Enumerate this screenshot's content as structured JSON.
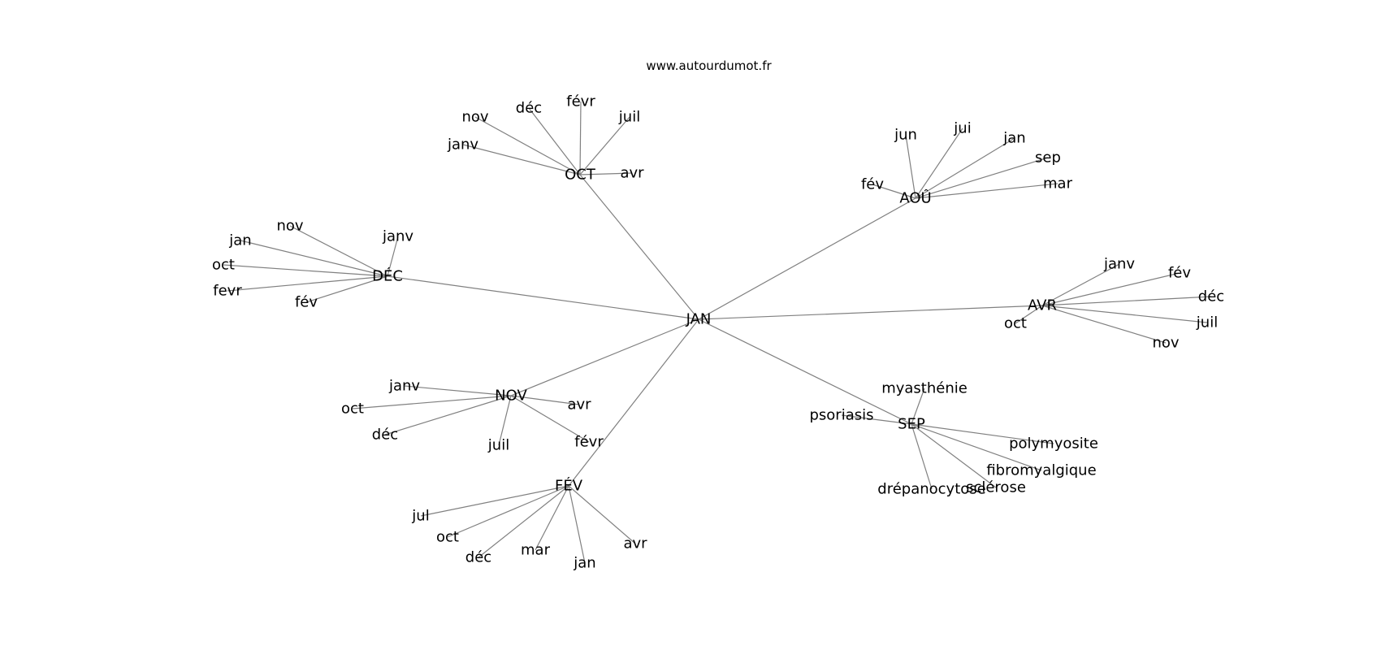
{
  "source": "www.autourdumot.fr",
  "graph": {
    "root": "JAN",
    "clusters": [
      {
        "id": "oct",
        "label": "OCT",
        "words": [
          "janv",
          "nov",
          "déc",
          "févr",
          "juil",
          "avr"
        ]
      },
      {
        "id": "aou",
        "label": "AOÛ",
        "words": [
          "fév",
          "jun",
          "jui",
          "jan",
          "sep",
          "mar"
        ]
      },
      {
        "id": "dec",
        "label": "DÉC",
        "words": [
          "nov",
          "jan",
          "oct",
          "fevr",
          "fév",
          "janv"
        ]
      },
      {
        "id": "avr",
        "label": "AVR",
        "words": [
          "janv",
          "fév",
          "déc",
          "juil",
          "nov",
          "oct"
        ]
      },
      {
        "id": "nov",
        "label": "NOV",
        "words": [
          "janv",
          "oct",
          "déc",
          "juil",
          "févr",
          "avr"
        ]
      },
      {
        "id": "sep",
        "label": "SEP",
        "words": [
          "myasthénie",
          "psoriasis",
          "polymyosite",
          "fibromyalgique",
          "sclérose",
          "drépanocytose"
        ]
      },
      {
        "id": "fev",
        "label": "FÉV",
        "words": [
          "jul",
          "oct",
          "déc",
          "mar",
          "jan",
          "avr"
        ]
      }
    ]
  }
}
